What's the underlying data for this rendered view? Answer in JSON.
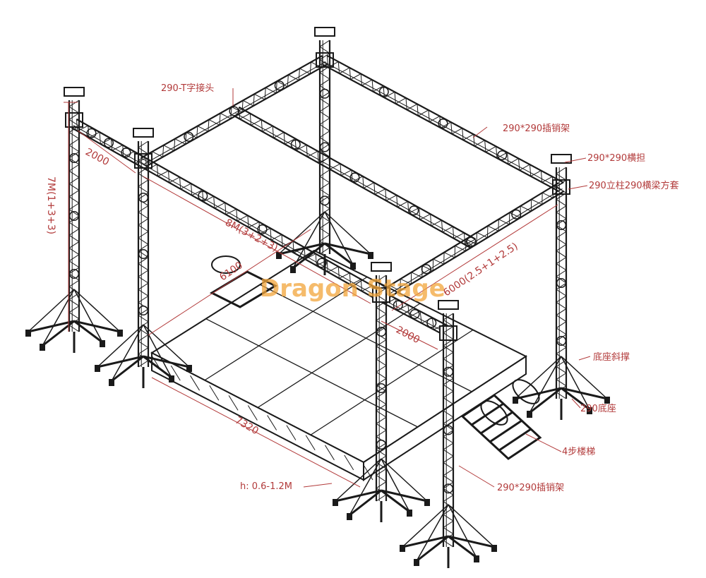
{
  "watermark": "Dragon Stage",
  "colors": {
    "annotation": "#b23a3a",
    "structure": "#1a1a1a",
    "watermark": "#f2a53a"
  },
  "callouts": {
    "t_joint": "290-T字接头",
    "top_truss": "290*290插销架",
    "crossbar": "290*290横担",
    "sleeve": "290立柱290横梁方套",
    "outrigger": "底座斜撑",
    "base": "290底座",
    "stairs": "4步楼梯",
    "column_truss": "290*290插销架",
    "height": "h: 0.6-1.2M"
  },
  "dimensions": {
    "overhang_back": "2000",
    "tower_height": "7M(1+3+3)",
    "span_length": "8M(3+2+3)",
    "deck_depth": "6100",
    "span_width": "6000(2.5+1+2.5)",
    "overhang_front": "2000",
    "deck_length": "7320"
  }
}
